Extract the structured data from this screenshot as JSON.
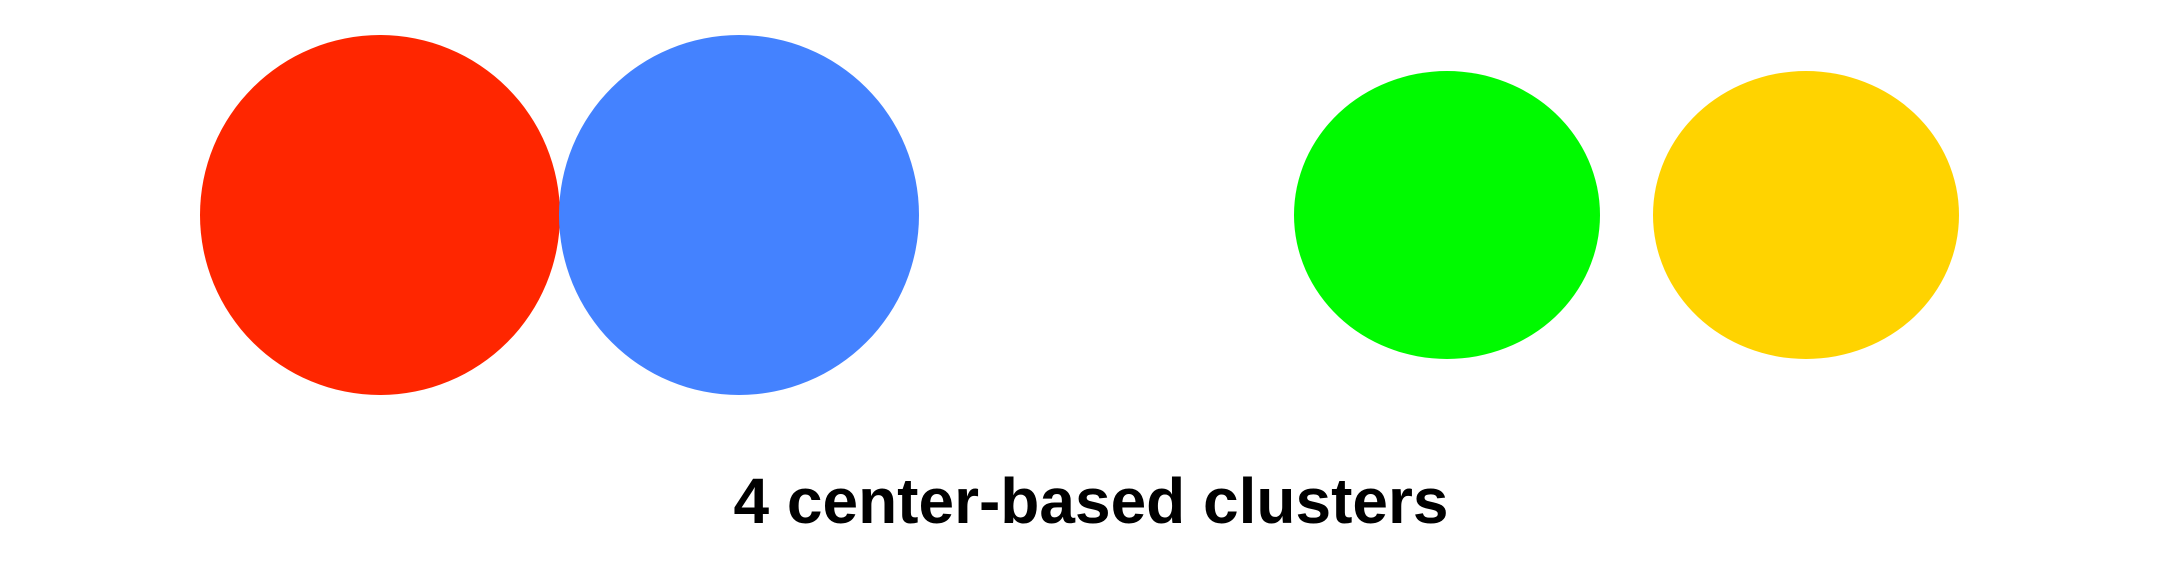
{
  "caption": "4 center-based clusters",
  "clusters": [
    {
      "name": "cluster-red",
      "color": "#FF2600"
    },
    {
      "name": "cluster-blue",
      "color": "#4482FF"
    },
    {
      "name": "cluster-green",
      "color": "#00FA00"
    },
    {
      "name": "cluster-yellow",
      "color": "#FFD300"
    }
  ]
}
